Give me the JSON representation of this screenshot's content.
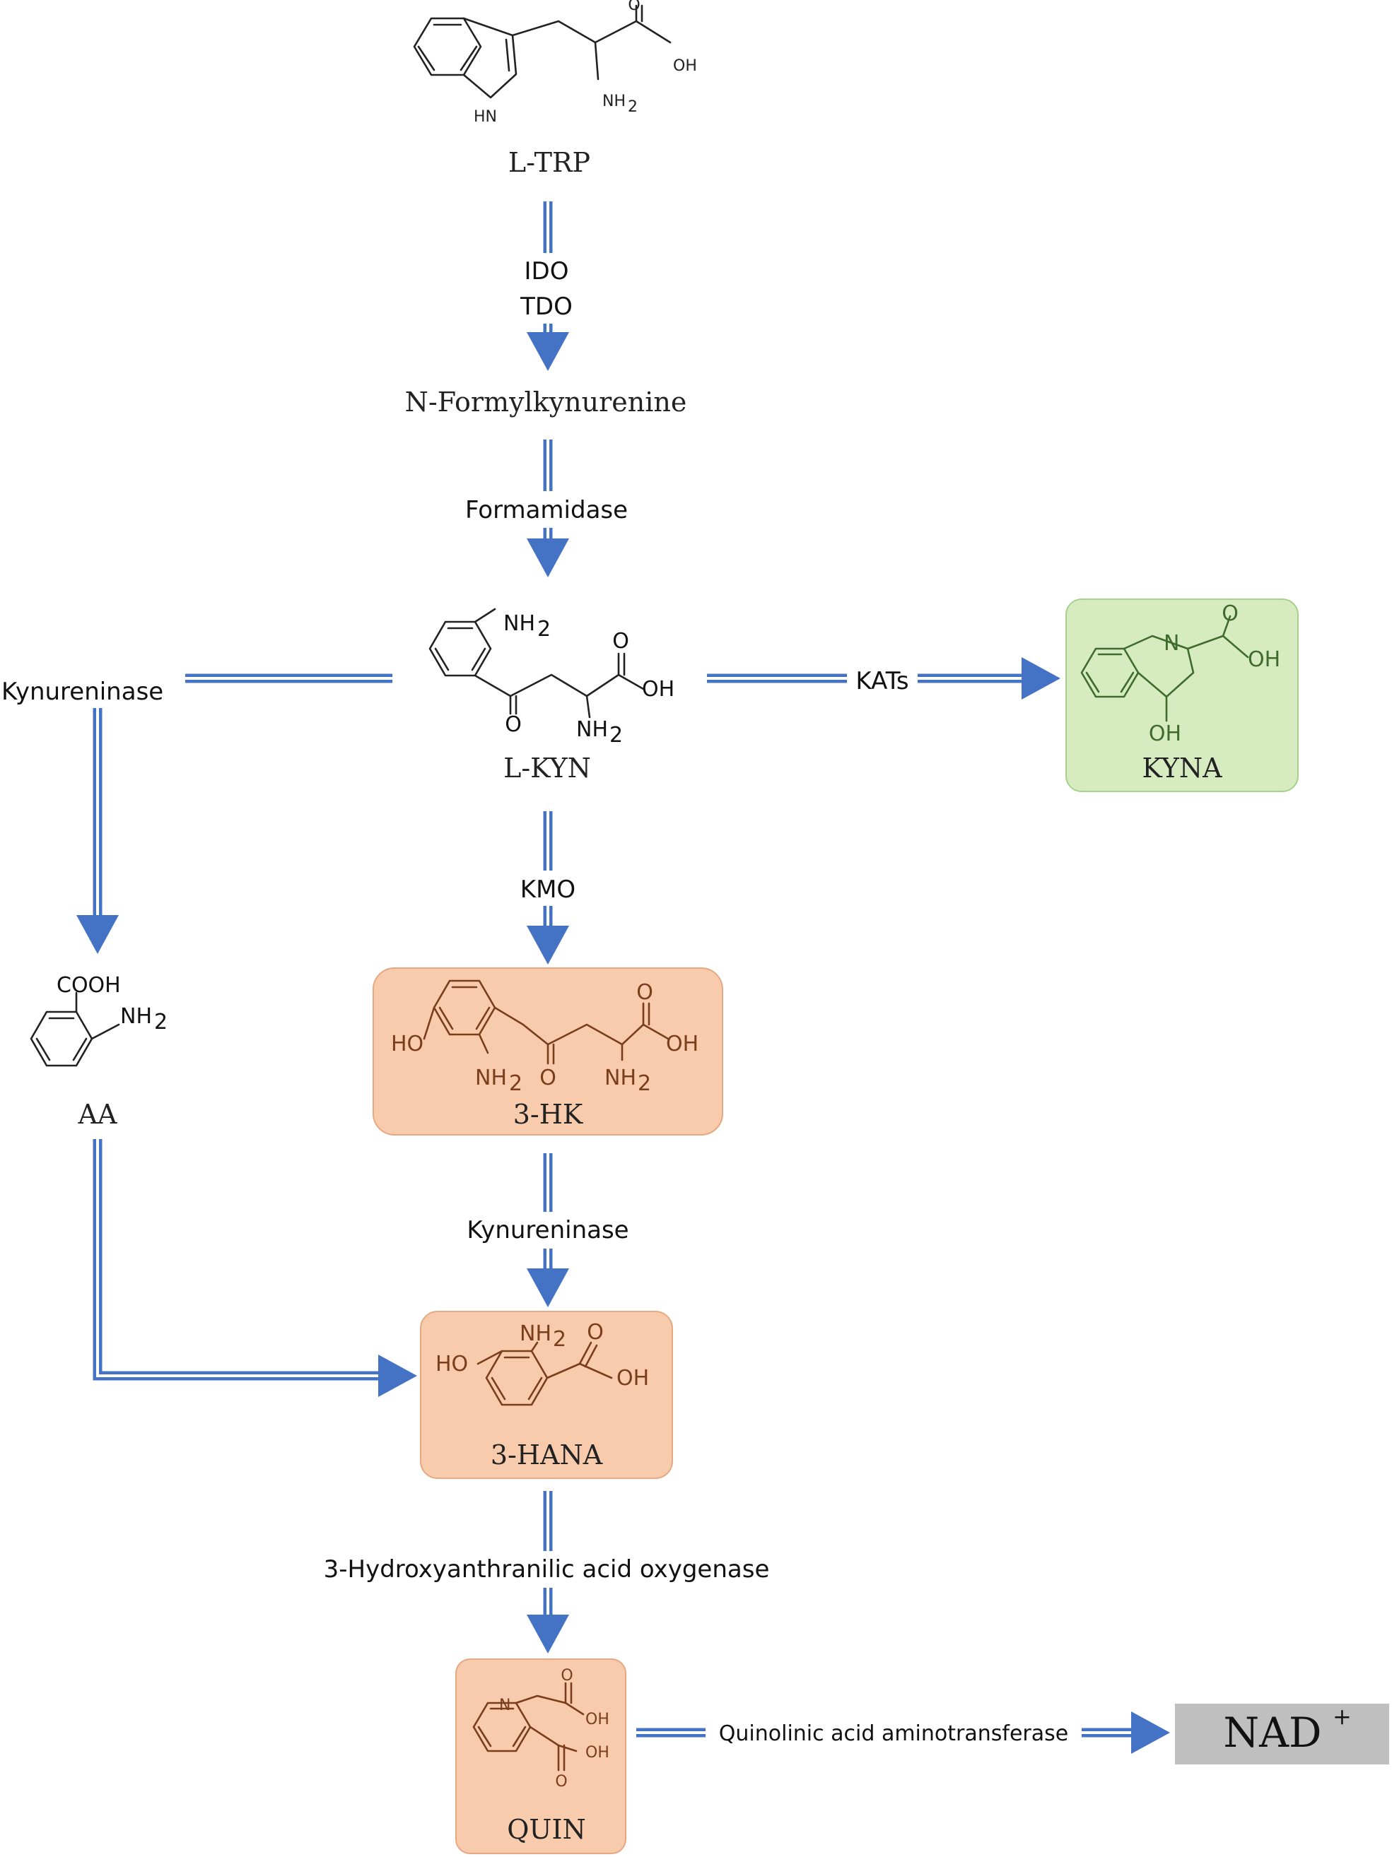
{
  "colors": {
    "arrow": "#4472c4",
    "green_box": "#d6ecc0",
    "green_border": "#a9d18e",
    "green_text": "#3f6b2e",
    "orange_box": "#f8cbad",
    "orange_border": "#e6a882",
    "orange_text": "#7a3e1c",
    "gray_box": "#bfbfbf"
  },
  "compounds": {
    "trp": {
      "label": "L-TRP"
    },
    "nfk": {
      "label": "N-Formylkynurenine"
    },
    "kyn": {
      "label": "L-KYN"
    },
    "kyna": {
      "label": "KYNA"
    },
    "aa": {
      "label": "AA"
    },
    "hk": {
      "label": "3-HK"
    },
    "hana": {
      "label": "3-HANA"
    },
    "quin": {
      "label": "QUIN"
    },
    "nad": {
      "label": "NAD",
      "superscript": "+"
    }
  },
  "enzymes": {
    "ido": "IDO",
    "tdo": "TDO",
    "formamidase": "Formamidase",
    "kynureninase_left": "Kynureninase",
    "kats": "KATs",
    "kmo": "KMO",
    "kynureninase_center": "Kynureninase",
    "haao": "3-Hydroxyanthranilic acid oxygenase",
    "qat": "Quinolinic acid aminotransferase"
  },
  "atoms": {
    "trp": {
      "nh": "HN",
      "oh": "OH",
      "nh2": "NH",
      "nh2_sub": "2",
      "o": "O"
    },
    "kyn": {
      "nh2_top": "NH",
      "nh2_top_sub": "2",
      "o_acid": "O",
      "oh": "OH",
      "o_ketone": "O",
      "nh2": "NH",
      "nh2_sub": "2"
    },
    "kyna": {
      "n": "N",
      "o": "O",
      "oh_acid": "OH",
      "oh": "OH"
    },
    "aa": {
      "cooh": "COOH",
      "nh2": "NH",
      "nh2_sub": "2"
    },
    "hk": {
      "ho": "HO",
      "nh2_ring": "NH",
      "nh2_ring_sub": "2",
      "o_ketone": "O",
      "o_acid": "O",
      "oh": "OH",
      "nh2": "NH",
      "nh2_sub": "2"
    },
    "hana": {
      "nh2": "NH",
      "nh2_sub": "2",
      "ho": "HO",
      "o": "O",
      "oh": "OH"
    },
    "quin": {
      "n": "N",
      "o1": "O",
      "oh1": "OH",
      "oh2": "OH",
      "o2": "O"
    }
  }
}
